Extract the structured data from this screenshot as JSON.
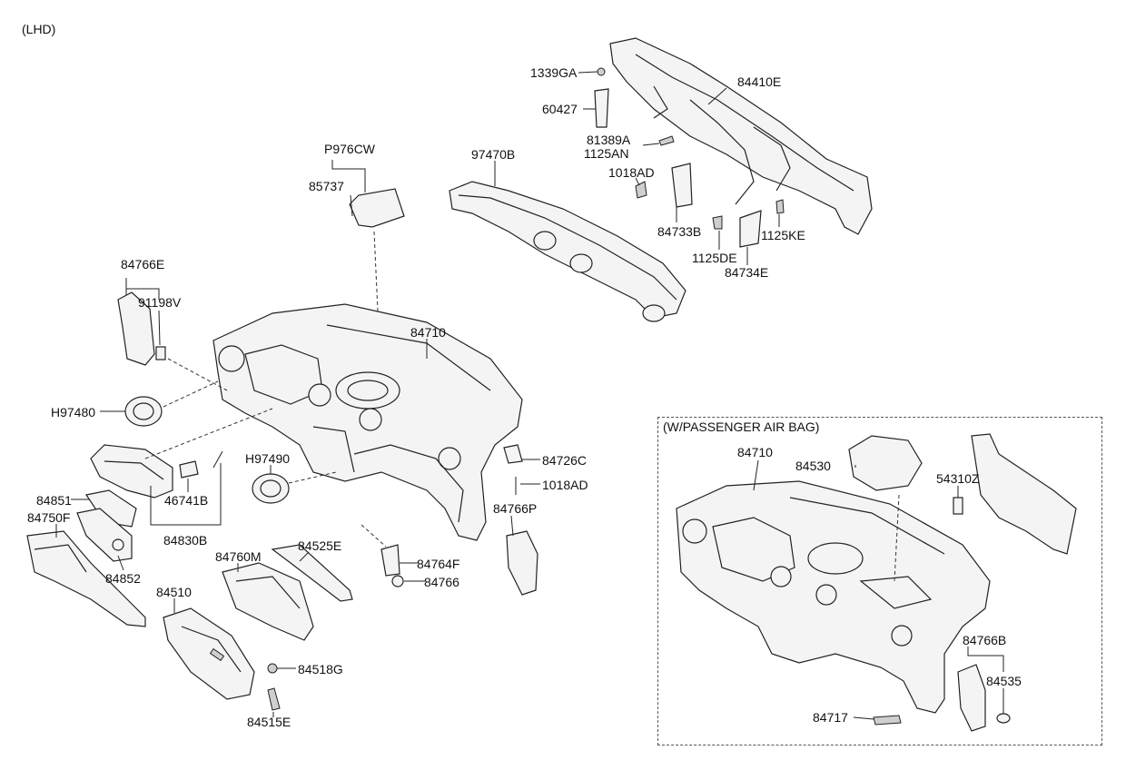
{
  "header": {
    "variant": "(LHD)"
  },
  "inset": {
    "title": "(W/PASSENGER AIR BAG)"
  },
  "labels": {
    "l1339GA": "1339GA",
    "l60427": "60427",
    "l84410E": "84410E",
    "l81389A": "81389A",
    "l1125AN": "1125AN",
    "l1018AD_top": "1018AD",
    "l84733B": "84733B",
    "l1125DE": "1125DE",
    "l1125KE": "1125KE",
    "l84734E": "84734E",
    "lP976CW": "P976CW",
    "l85737": "85737",
    "l97470B": "97470B",
    "l84766E": "84766E",
    "l91198V": "91198V",
    "l84710": "84710",
    "lH97480": "H97480",
    "lH97490": "H97490",
    "l84726C": "84726C",
    "l1018AD_mid": "1018AD",
    "l46741B": "46741B",
    "l84851": "84851",
    "l84750F": "84750F",
    "l84830B": "84830B",
    "l84766P": "84766P",
    "l84525E": "84525E",
    "l84760M": "84760M",
    "l84764F": "84764F",
    "l84766": "84766",
    "l84852": "84852",
    "l84510": "84510",
    "l84518G": "84518G",
    "l84515E": "84515E",
    "l84710_inset": "84710",
    "l84530": "84530",
    "l54310Z": "54310Z",
    "l84766B": "84766B",
    "l84535": "84535",
    "l84717": "84717"
  }
}
